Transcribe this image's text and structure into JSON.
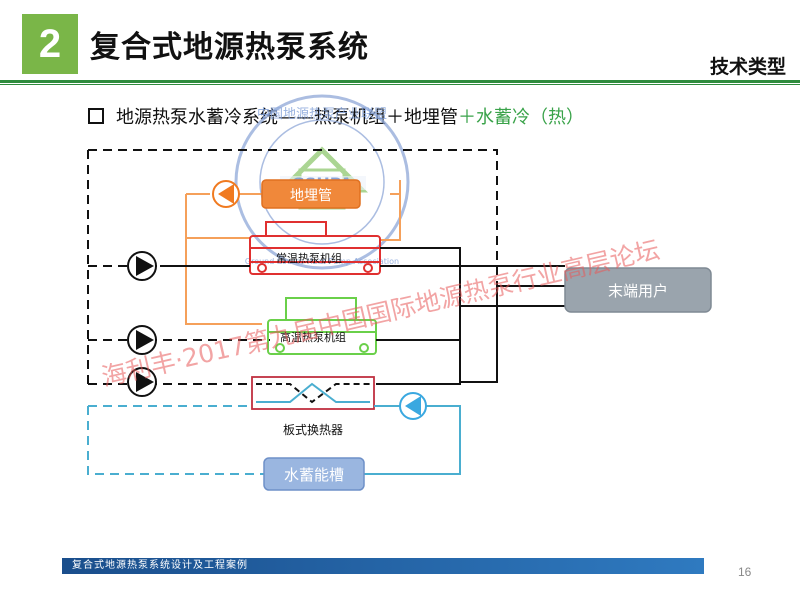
{
  "header": {
    "section_number": "2",
    "title": "复合式地源热泵系统",
    "category": "技术类型"
  },
  "bullet": {
    "part1": "地源热泵水蓄冷系统——",
    "part2": "热泵机组＋地埋管",
    "part3": "＋水蓄冷（热）"
  },
  "diagram": {
    "ground_pipe_label": "地埋管",
    "normal_heat_pump_label": "常温热泵机组",
    "high_heat_pump_label": "高温热泵机组",
    "plate_exchanger_label": "板式换热器",
    "end_user_label": "末端用户",
    "water_tank_label": "水蓄能槽",
    "colors": {
      "orange_loop": "#f5a05a",
      "red_unit": "#e03030",
      "green_unit": "#6ad04a",
      "blue_loop": "#4aaed0",
      "black_loop": "#111111",
      "pump_orange": "#f07a20",
      "pump_blue": "#3aa8e0"
    }
  },
  "watermark": {
    "seal_text": "中国地源热泵产业联盟",
    "seal_abbr": "GSHPA",
    "seal_english": "Ground Source Heat Pump Association",
    "diagonal_text": "海利丰·2017第九届中国国际地源热泵行业高层论坛"
  },
  "footer": {
    "text": "复合式地源热泵系统设计及工程案例",
    "page_number": "16"
  }
}
